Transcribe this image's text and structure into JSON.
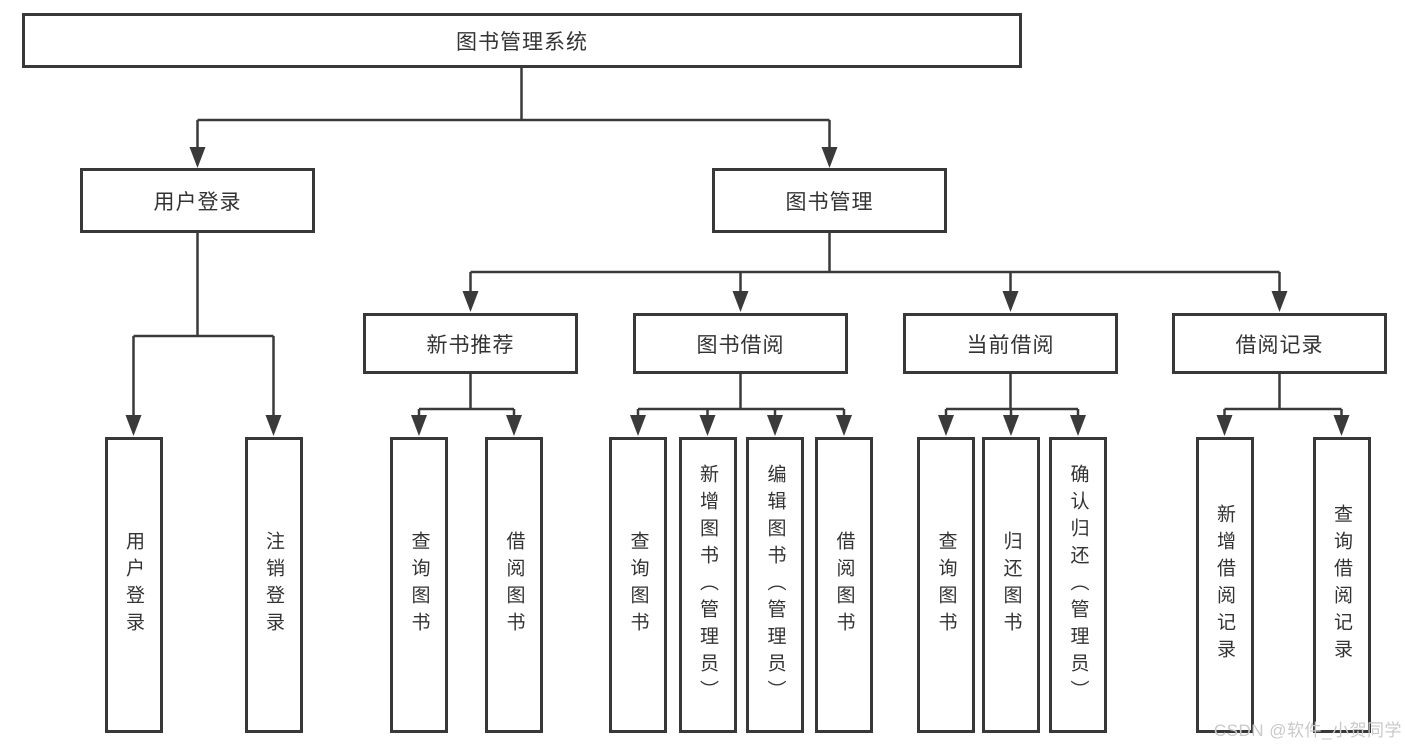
{
  "colors": {
    "background": "#ffffff",
    "line": "#3a3a3a",
    "box_border": "#383838",
    "box_fill": "#ffffff",
    "text": "#333333",
    "watermark": "#c9c9c9"
  },
  "tree": {
    "root": {
      "label": "图书管理系统"
    },
    "branches": [
      {
        "label": "用户登录",
        "children": [
          {
            "label": "用户登录"
          },
          {
            "label": "注销登录"
          }
        ]
      },
      {
        "label": "图书管理",
        "groups": [
          {
            "label": "新书推荐",
            "children": [
              {
                "label": "查询图书"
              },
              {
                "label": "借阅图书"
              }
            ]
          },
          {
            "label": "图书借阅",
            "children": [
              {
                "label": "查询图书"
              },
              {
                "label": "新增图书（管理员）"
              },
              {
                "label": "编辑图书（管理员）"
              },
              {
                "label": "借阅图书"
              }
            ]
          },
          {
            "label": "当前借阅",
            "children": [
              {
                "label": "查询图书"
              },
              {
                "label": "归还图书"
              },
              {
                "label": "确认归还（管理员）"
              }
            ]
          },
          {
            "label": "借阅记录",
            "children": [
              {
                "label": "新增借阅记录"
              },
              {
                "label": "查询借阅记录"
              }
            ]
          }
        ]
      }
    ]
  },
  "watermark": {
    "text": "CSDN @软件_小贺同学"
  }
}
